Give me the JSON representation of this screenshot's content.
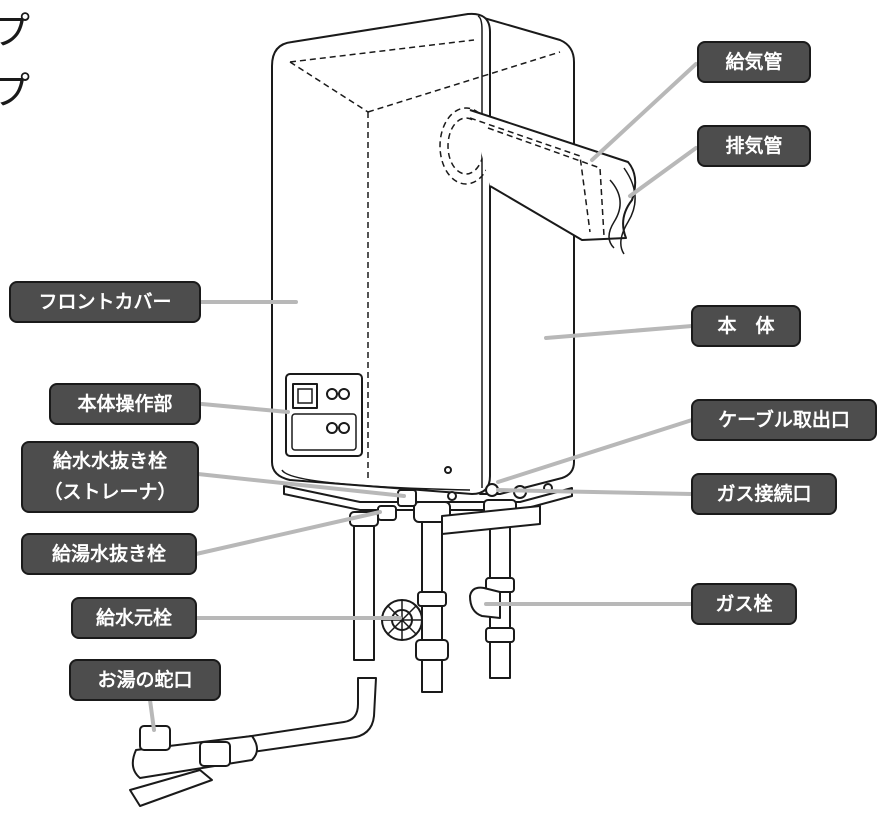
{
  "header": {
    "line1": "プ",
    "line2": "プ"
  },
  "labels": {
    "supply_air_pipe": "給気管",
    "exhaust_pipe": "排気管",
    "front_cover": "フロントカバー",
    "main_body": "本　体",
    "control_panel": "本体操作部",
    "cable_outlet": "ケーブル取出口",
    "water_drain_plug_line1": "給水水抜き栓",
    "water_drain_plug_line2": "（ストレーナ）",
    "gas_connection": "ガス接続口",
    "hot_water_drain_plug": "給湯水抜き栓",
    "water_main_valve": "給水元栓",
    "gas_valve": "ガス栓",
    "hot_water_faucet": "お湯の蛇口"
  }
}
